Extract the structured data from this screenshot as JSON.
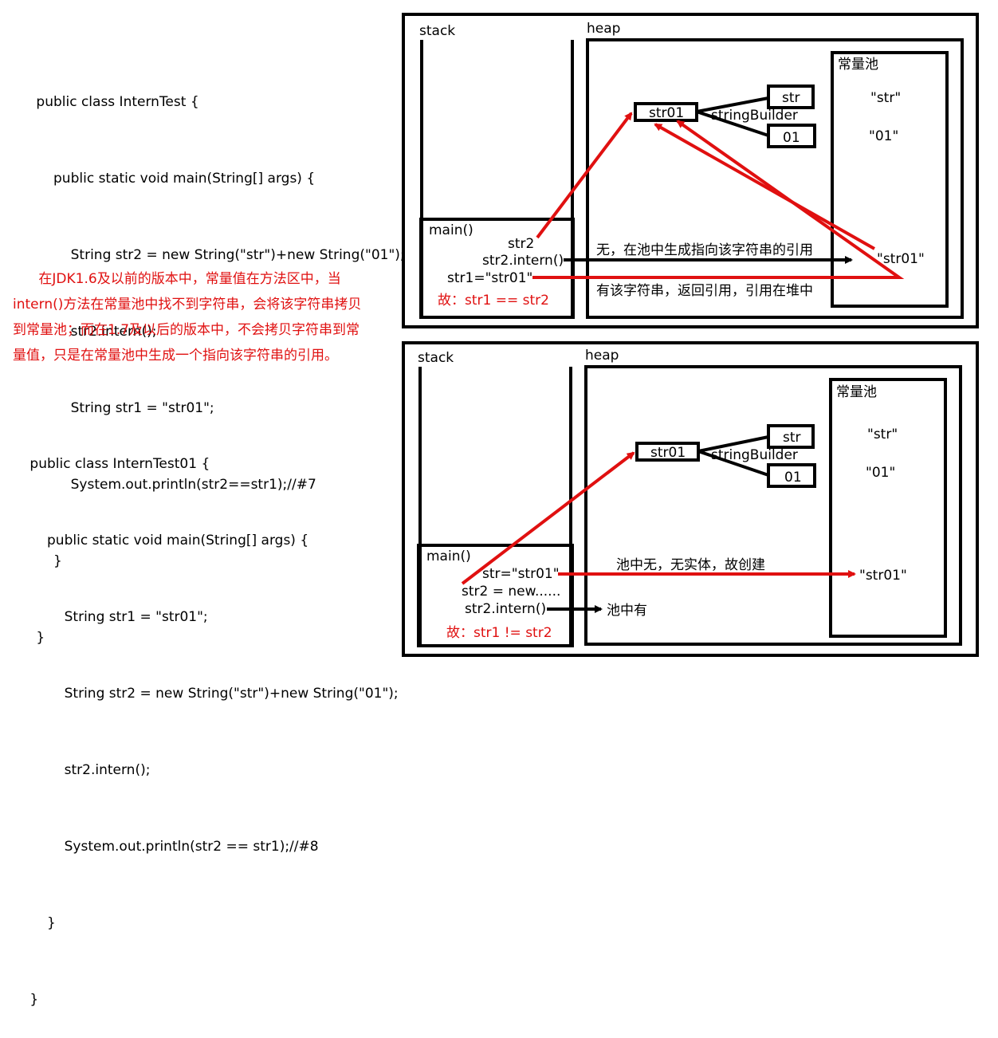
{
  "code1": [
    " public class InternTest {",
    "     public static void main(String[] args) {",
    "         String str2 = new String(\"str\")+new String(\"01\");",
    "         str2.intern();",
    "         String str1 = \"str01\";",
    "         System.out.println(str2==str1);//#7",
    "     }",
    " }"
  ],
  "note": [
    "      在JDK1.6及以前的版本中，常量值在方法区中，当",
    "intern()方法在常量池中找不到字符串，会将该字符串拷贝",
    "到常量池；而在1.7及以后的版本中，不会拷贝字符串到常",
    "量值，只是在常量池中生成一个指向该字符串的引用。"
  ],
  "code2": [
    " public class InternTest01 {",
    "     public static void main(String[] args) {",
    "         String str1 = \"str01\";",
    "         String str2 = new String(\"str\")+new String(\"01\");",
    "         str2.intern();",
    "         System.out.println(str2 == str1);//#8",
    "     }",
    " }"
  ],
  "diagram1": {
    "stack_label": "stack",
    "heap_label": "heap",
    "pool_label": "常量池",
    "pool_str": "\"str\"",
    "pool_01": "\"01\"",
    "pool_str01": "\"str01\"",
    "heap_obj": "str01",
    "sb_label": "stringBuilder",
    "box_str": "str",
    "box_01": "01",
    "main_label": "main()",
    "line_str2": "str2",
    "line_intern": "str2.intern()",
    "line_str1": "str1=\"str01\"",
    "result": "故：str1 == str2",
    "arrow_label1": "无，在池中生成指向该字符串的引用",
    "arrow_label2": "有该字符串，返回引用，引用在堆中"
  },
  "diagram2": {
    "stack_label": "stack",
    "heap_label": "heap",
    "pool_label": "常量池",
    "pool_str": "\"str\"",
    "pool_01": "\"01\"",
    "pool_str01": "\"str01\"",
    "heap_obj": "str01",
    "sb_label": "stringBuilder",
    "box_str": "str",
    "box_01": "01",
    "main_label": "main()",
    "line_str": "str=\"str01\"",
    "line_new": "str2 = new......",
    "line_intern": "str2.intern()",
    "result": "故：str1 != str2",
    "arrow_label1": "池中无，无实体，故创建",
    "arrow_label2": "池中有"
  },
  "colors": {
    "red": "#e01010",
    "black": "#000000"
  }
}
